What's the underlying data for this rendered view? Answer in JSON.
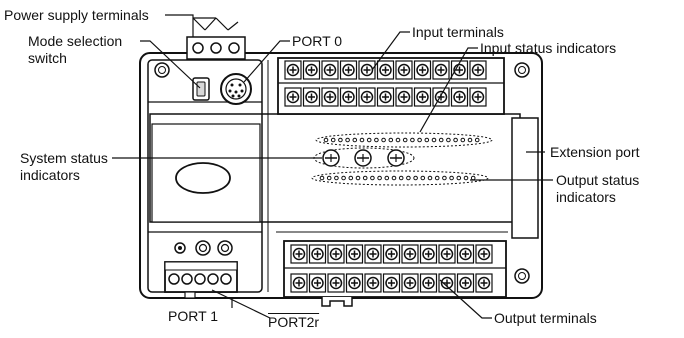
{
  "labels": {
    "power_supply_terminals": "Power supply terminals",
    "mode_selection_switch_line1": "Mode selection",
    "mode_selection_switch_line2": "switch",
    "port0": "PORT 0",
    "input_terminals": "Input terminals",
    "input_status_indicators": "Input status indicators",
    "system_status_indicators_line1": "System status",
    "system_status_indicators_line2": "indicators",
    "extension_port": "Extension port",
    "output_status_indicators_line1": "Output status",
    "output_status_indicators_line2": "indicators",
    "port1": "PORT 1",
    "port2r": "PORT2r",
    "output_terminals": "Output terminals"
  },
  "colors": {
    "line": "#111111",
    "fill": "#ffffff",
    "shade": "#d9d9d9"
  }
}
